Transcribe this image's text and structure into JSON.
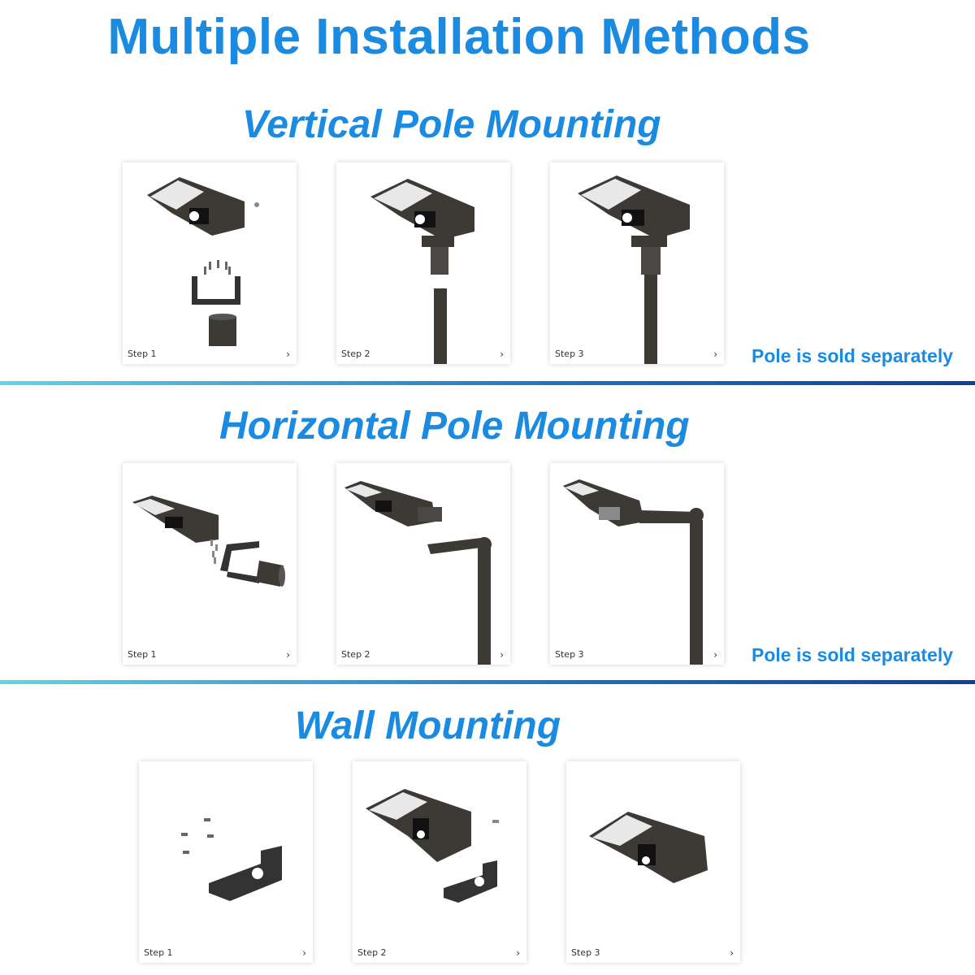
{
  "title": "Multiple Installation Methods",
  "sections": [
    {
      "heading": "Vertical Pole Mounting",
      "note": "Pole is sold separately",
      "steps": [
        {
          "label": "Step 1",
          "arrow": "›"
        },
        {
          "label": "Step 2",
          "arrow": "›"
        },
        {
          "label": "Step 3",
          "arrow": "›"
        }
      ]
    },
    {
      "heading": "Horizontal Pole Mounting",
      "note": "Pole is sold separately",
      "steps": [
        {
          "label": "Step 1",
          "arrow": "›"
        },
        {
          "label": "Step 2",
          "arrow": "›"
        },
        {
          "label": "Step 3",
          "arrow": "›"
        }
      ]
    },
    {
      "heading": "Wall Mounting",
      "steps": [
        {
          "label": "Step 1",
          "arrow": "›"
        },
        {
          "label": "Step 2",
          "arrow": "›"
        },
        {
          "label": "Step 3",
          "arrow": "›"
        }
      ]
    }
  ],
  "colors": {
    "accent": "#1a8be0",
    "product": "#3d3a36",
    "divider_start": "#5fd6e4",
    "divider_end": "#0d3fa0"
  }
}
